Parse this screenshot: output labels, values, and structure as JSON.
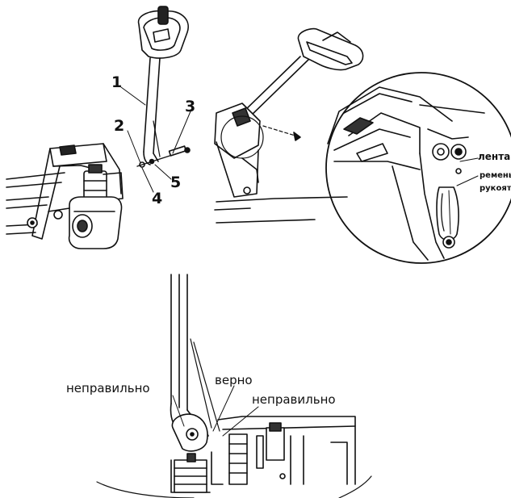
{
  "fig1": {
    "parts": [
      "1",
      "2",
      "3",
      "4",
      "5"
    ]
  },
  "fig2": {
    "callouts": [
      "лента",
      "ремень",
      "рукоятки"
    ]
  },
  "fig3": {
    "wrong_left": "неправильно",
    "correct": "верно",
    "wrong_right": "неправильно"
  }
}
